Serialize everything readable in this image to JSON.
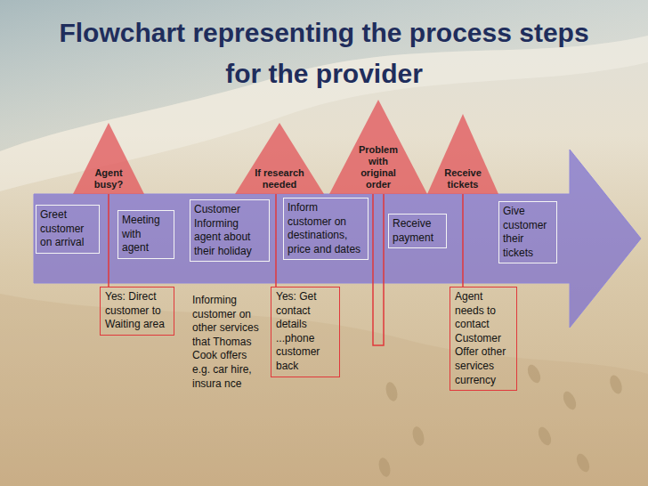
{
  "diagram": {
    "title": "Flowchart representing the process steps for the provider",
    "nodes": [
      {
        "text": [
          "Agent busy?"
        ]
      },
      {
        "text": [
          "Greet customer on arrival"
        ]
      },
      {
        "text": [
          "Meeting with agent"
        ]
      },
      {
        "text": [
          "Yes: Direct customer to Waiting area"
        ]
      },
      {
        "text": [
          "Customer Informing agent about their holiday"
        ]
      },
      {
        "text": [
          "If research needed"
        ]
      },
      {
        "text": [
          "Inform customer on destinations, price and dates"
        ]
      },
      {
        "text": [
          "Yes: Get contact details ...phone customer back"
        ]
      },
      {
        "text": [
          "Problem with original order"
        ]
      },
      {
        "text": [
          "Receive payment"
        ]
      },
      {
        "text": [
          "Receive tickets"
        ]
      },
      {
        "text": [
          "Give customer their tickets"
        ]
      },
      {
        "text": [
          "Agent needs to contact Customer Offer other services currency"
        ]
      }
    ],
    "edges": [
      {
        "from": 0,
        "to": 3,
        "arrow": "none"
      },
      {
        "from": 5,
        "to": 7,
        "arrow": "none"
      },
      {
        "from": 10,
        "to": 12,
        "arrow": "none"
      }
    ],
    "labels": [
      "Informing customer on other services that Thomas Cook offers e.g. car hire, insura nce"
    ]
  }
}
